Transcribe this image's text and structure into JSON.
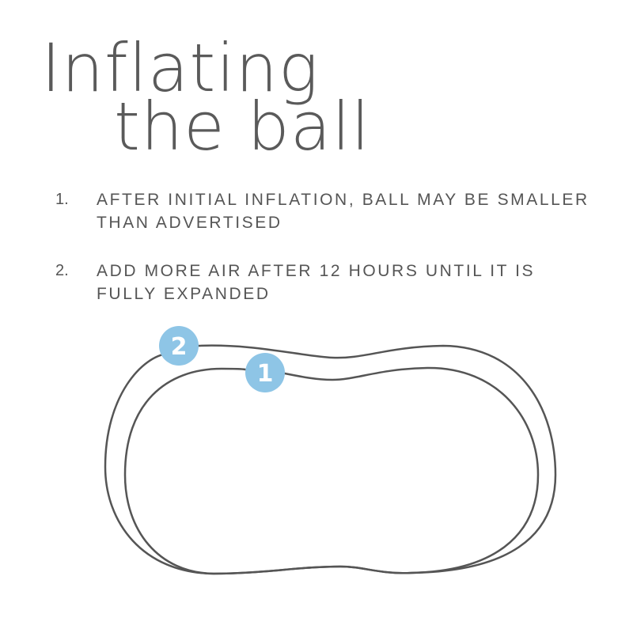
{
  "title": {
    "line1": "Inflating",
    "line2": "the ball"
  },
  "steps": [
    {
      "number": "1.",
      "text": "After initial inflation, ball may be smaller than advertised"
    },
    {
      "number": "2.",
      "text": "Add more air after 12 hours until it is fully expanded"
    }
  ],
  "diagram": {
    "badges": [
      {
        "label": "2",
        "meaning": "fully expanded outline"
      },
      {
        "label": "1",
        "meaning": "initial inflation outline"
      }
    ],
    "colors": {
      "badge": "#8ec5e6",
      "outline": "#555555",
      "text": "#555555"
    }
  }
}
